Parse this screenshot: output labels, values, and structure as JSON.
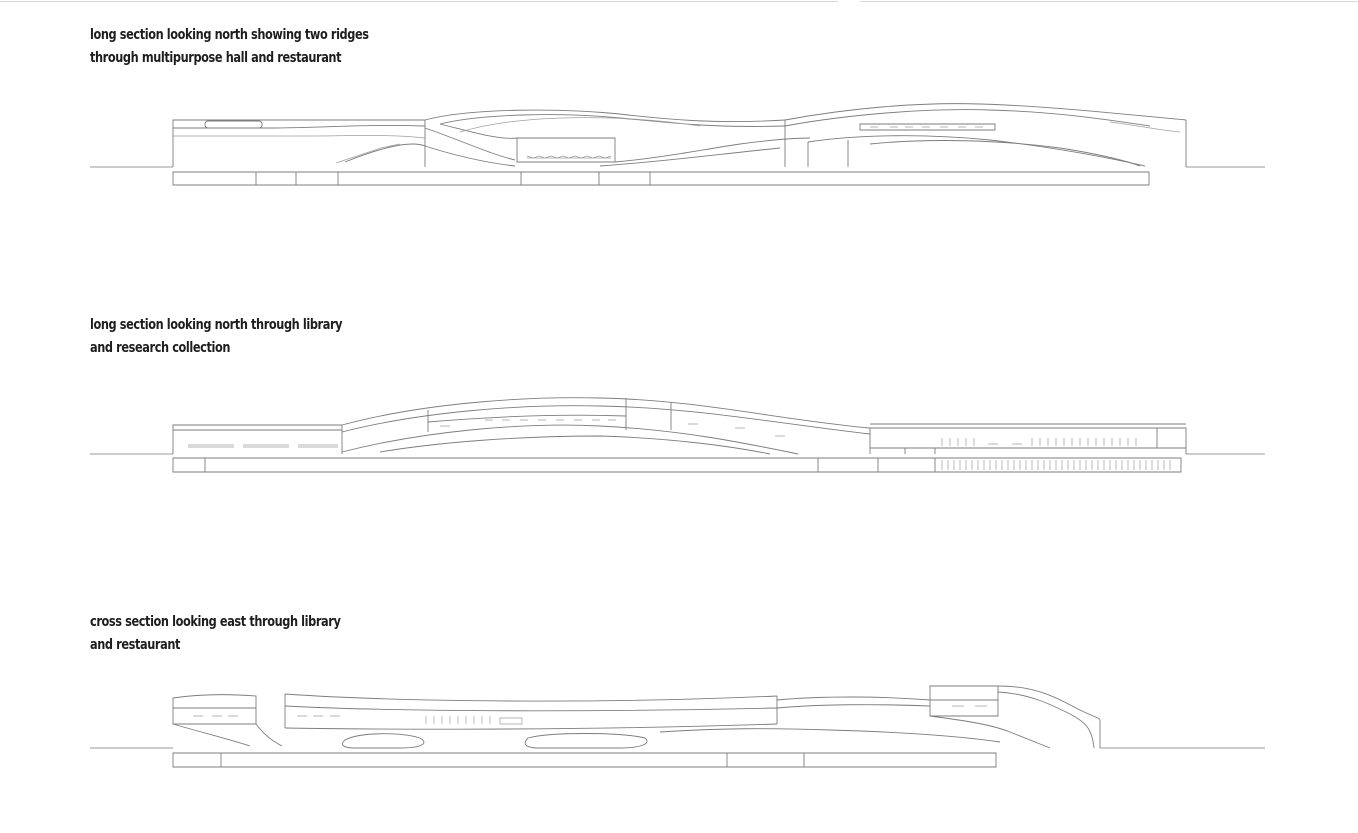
{
  "sections": [
    {
      "id": "section-1",
      "caption_lines": [
        "long section looking north showing two ridges",
        "through multipurpose hall and restaurant"
      ]
    },
    {
      "id": "section-2",
      "caption_lines": [
        "long section looking north through library",
        "and research collection"
      ]
    },
    {
      "id": "section-3",
      "caption_lines": [
        "cross section looking east through library",
        "and restaurant"
      ]
    }
  ],
  "colors": {
    "background": "#ffffff",
    "line": "#7d7d7d",
    "text": "#1e1e1e"
  }
}
